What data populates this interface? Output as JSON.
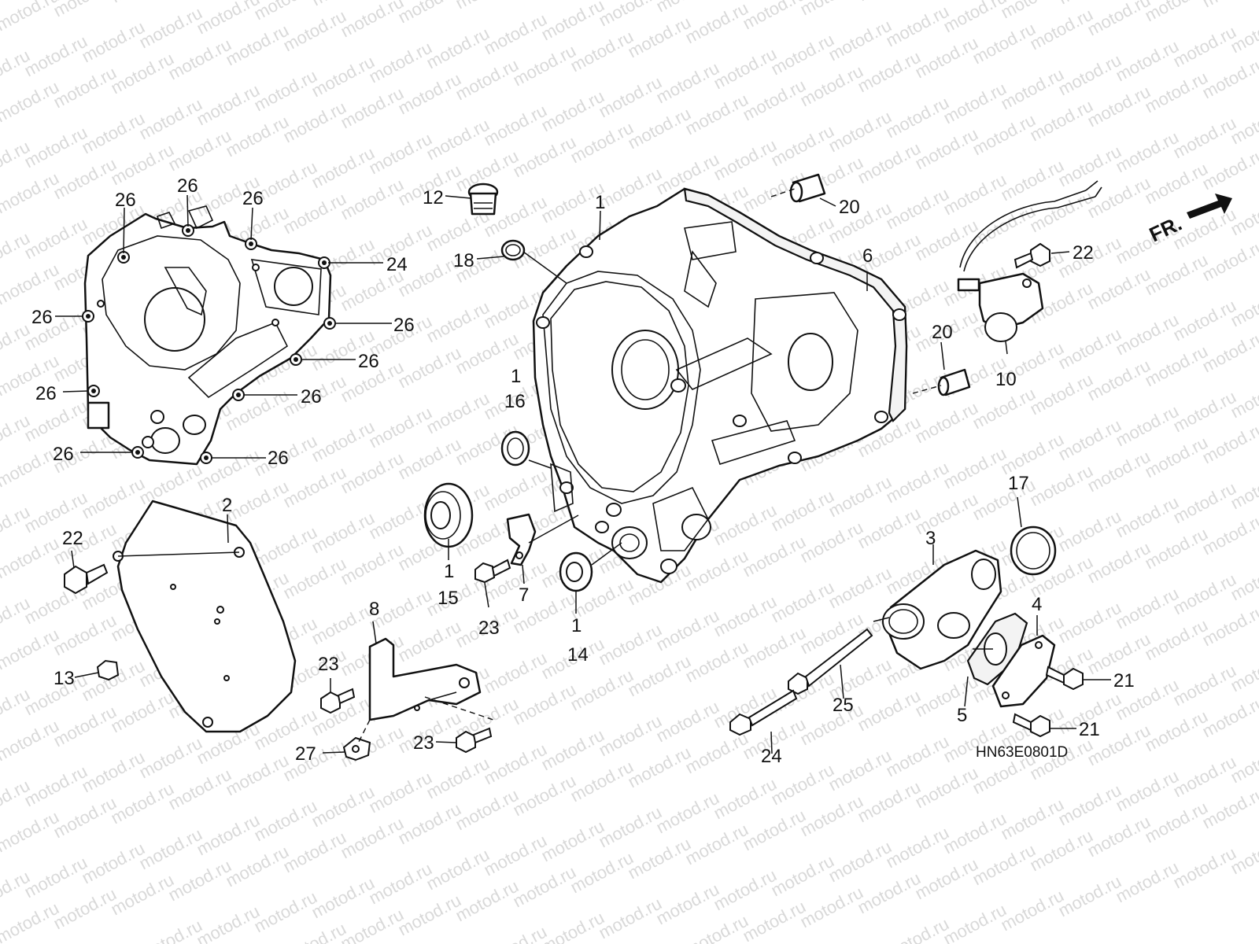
{
  "watermark": "motod.ru",
  "diagram_code": "HN63E0801D",
  "direction_label": "FR.",
  "labels": {
    "l1a": "1",
    "l1b": "1",
    "l1c": "1",
    "l1d": "1",
    "l2": "2",
    "l3": "3",
    "l4": "4",
    "l5": "5",
    "l6": "6",
    "l7": "7",
    "l8": "8",
    "l10": "10",
    "l12": "12",
    "l13": "13",
    "l14": "14",
    "l15": "15",
    "l16": "16",
    "l17": "17",
    "l18": "18",
    "l20a": "20",
    "l20b": "20",
    "l21a": "21",
    "l21b": "21",
    "l22a": "22",
    "l22b": "22",
    "l23a": "23",
    "l23b": "23",
    "l23c": "23",
    "l24a": "24",
    "l24b": "24",
    "l25": "25",
    "l26a": "26",
    "l26b": "26",
    "l26c": "26",
    "l26d": "26",
    "l26e": "26",
    "l26f": "26",
    "l26g": "26",
    "l26h": "26",
    "l26i": "26",
    "l26j": "26",
    "l27": "27"
  }
}
